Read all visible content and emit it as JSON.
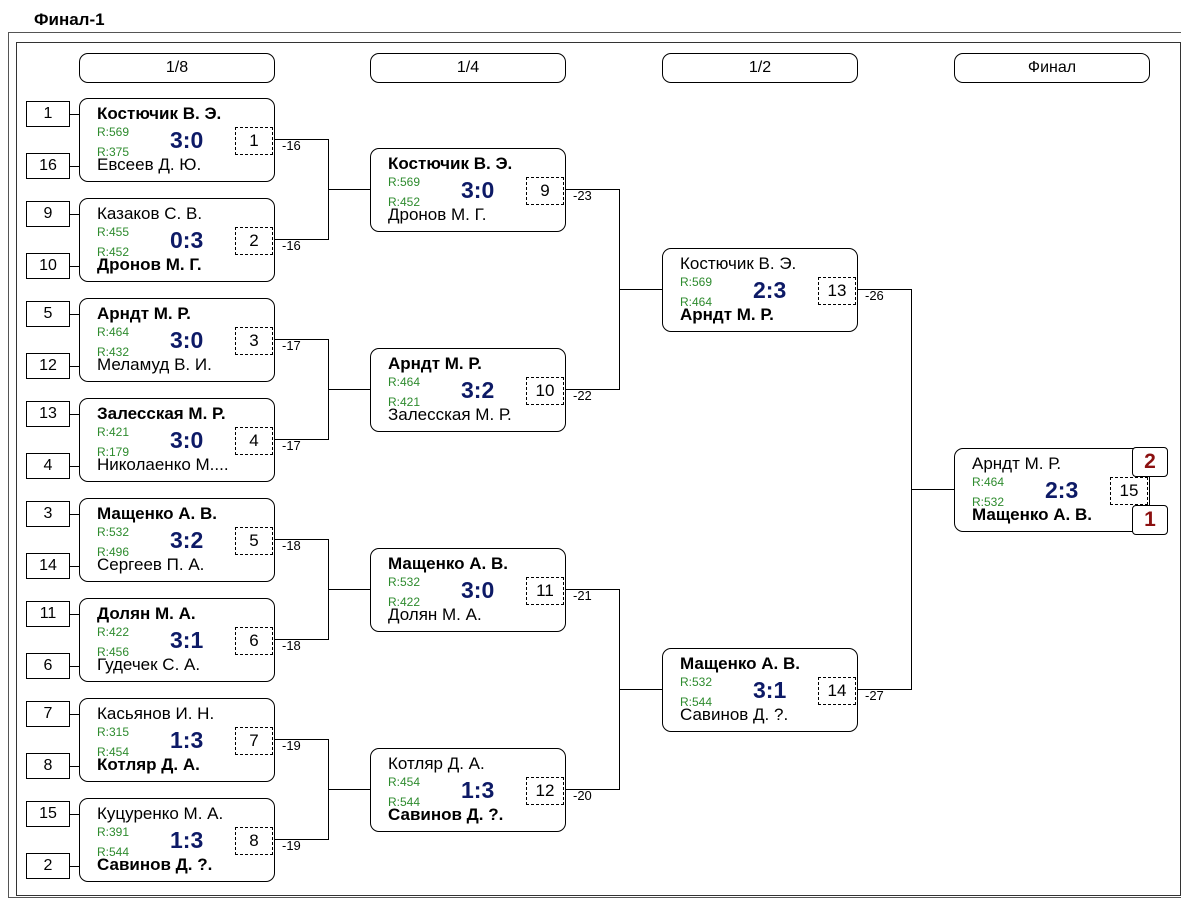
{
  "window": {
    "title": "Финал-1"
  },
  "rounds": [
    "1/8",
    "1/4",
    "1/2",
    "Финал"
  ],
  "seeds": [
    "1",
    "16",
    "9",
    "10",
    "5",
    "12",
    "13",
    "4",
    "3",
    "14",
    "11",
    "6",
    "7",
    "8",
    "15",
    "2"
  ],
  "matches": [
    {
      "num": "1",
      "p1": "Костючик В. Э.",
      "r1": "R:569",
      "p2": "Евсеев Д. Ю.",
      "r2": "R:375",
      "score": "3:0",
      "winner": 1,
      "loser": "-16"
    },
    {
      "num": "2",
      "p1": "Казаков С. В.",
      "r1": "R:455",
      "p2": "Дронов М. Г.",
      "r2": "R:452",
      "score": "0:3",
      "winner": 2,
      "loser": "-16"
    },
    {
      "num": "3",
      "p1": "Арндт М. Р.",
      "r1": "R:464",
      "p2": "Меламуд В. И.",
      "r2": "R:432",
      "score": "3:0",
      "winner": 1,
      "loser": "-17"
    },
    {
      "num": "4",
      "p1": "Залесская М. Р.",
      "r1": "R:421",
      "p2": "Николаенко М....",
      "r2": "R:179",
      "score": "3:0",
      "winner": 1,
      "loser": "-17"
    },
    {
      "num": "5",
      "p1": "Мащенко А. В.",
      "r1": "R:532",
      "p2": "Сергеев П. А.",
      "r2": "R:496",
      "score": "3:2",
      "winner": 1,
      "loser": "-18"
    },
    {
      "num": "6",
      "p1": "Долян М. А.",
      "r1": "R:422",
      "p2": "Гудечек С. А.",
      "r2": "R:456",
      "score": "3:1",
      "winner": 1,
      "loser": "-18"
    },
    {
      "num": "7",
      "p1": "Касьянов И. Н.",
      "r1": "R:315",
      "p2": "Котляр Д. А.",
      "r2": "R:454",
      "score": "1:3",
      "winner": 2,
      "loser": "-19"
    },
    {
      "num": "8",
      "p1": "Куцуренко М. А.",
      "r1": "R:391",
      "p2": "Савинов Д. ?.",
      "r2": "R:544",
      "score": "1:3",
      "winner": 2,
      "loser": "-19"
    },
    {
      "num": "9",
      "p1": "Костючик В. Э.",
      "r1": "R:569",
      "p2": "Дронов М. Г.",
      "r2": "R:452",
      "score": "3:0",
      "winner": 1,
      "loser": "-23"
    },
    {
      "num": "10",
      "p1": "Арндт М. Р.",
      "r1": "R:464",
      "p2": "Залесская М. Р.",
      "r2": "R:421",
      "score": "3:2",
      "winner": 1,
      "loser": "-22"
    },
    {
      "num": "11",
      "p1": "Мащенко А. В.",
      "r1": "R:532",
      "p2": "Долян М. А.",
      "r2": "R:422",
      "score": "3:0",
      "winner": 1,
      "loser": "-21"
    },
    {
      "num": "12",
      "p1": "Котляр Д. А.",
      "r1": "R:454",
      "p2": "Савинов Д. ?.",
      "r2": "R:544",
      "score": "1:3",
      "winner": 2,
      "loser": "-20"
    },
    {
      "num": "13",
      "p1": "Костючик В. Э.",
      "r1": "R:569",
      "p2": "Арндт М. Р.",
      "r2": "R:464",
      "score": "2:3",
      "winner": 2,
      "loser": "-26"
    },
    {
      "num": "14",
      "p1": "Мащенко А. В.",
      "r1": "R:532",
      "p2": "Савинов Д. ?.",
      "r2": "R:544",
      "score": "3:1",
      "winner": 1,
      "loser": "-27"
    },
    {
      "num": "15",
      "p1": "Арндт М. Р.",
      "r1": "R:464",
      "p2": "Мащенко А. В.",
      "r2": "R:532",
      "score": "2:3",
      "winner": 2,
      "loser": ""
    }
  ],
  "final_places": {
    "top": "2",
    "bottom": "1"
  },
  "colors": {
    "score": "#0d1a66",
    "rating": "#2e8b2e",
    "place": "#8b1010"
  }
}
